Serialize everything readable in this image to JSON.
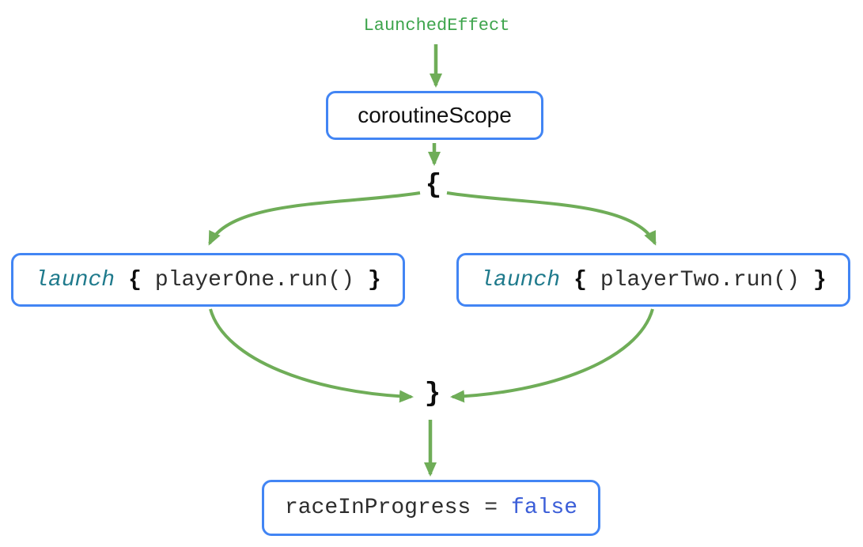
{
  "colors": {
    "background": "#ffffff",
    "arrow_green": "#6fad58",
    "label_green": "#3da44c",
    "border_blue": "#4285f4",
    "keyword_teal": "#1f7a8c",
    "value_blue": "#3b5ed8",
    "code_dark": "#2d2d2d",
    "brace_black": "#0d0d0d",
    "scope_text": "#111111"
  },
  "nodes": {
    "top_label": "LaunchedEffect",
    "scope_box": {
      "label": "coroutineScope"
    },
    "open_brace": "{",
    "close_brace": "}",
    "launch_left": {
      "keyword": "launch",
      "brace_open": "{",
      "body": "playerOne.run()",
      "brace_close": "}"
    },
    "launch_right": {
      "keyword": "launch",
      "brace_open": "{",
      "body": "playerTwo.run()",
      "brace_close": "}"
    },
    "result_box": {
      "lhs": "raceInProgress",
      "operator": "=",
      "value": "false"
    }
  },
  "edges": [
    {
      "from": "LaunchedEffect",
      "to": "coroutineScope"
    },
    {
      "from": "coroutineScope",
      "to": "open-brace"
    },
    {
      "from": "open-brace",
      "to": "launch playerOne.run()"
    },
    {
      "from": "open-brace",
      "to": "launch playerTwo.run()"
    },
    {
      "from": "launch playerOne.run()",
      "to": "close-brace"
    },
    {
      "from": "launch playerTwo.run()",
      "to": "close-brace"
    },
    {
      "from": "close-brace",
      "to": "raceInProgress = false"
    }
  ]
}
